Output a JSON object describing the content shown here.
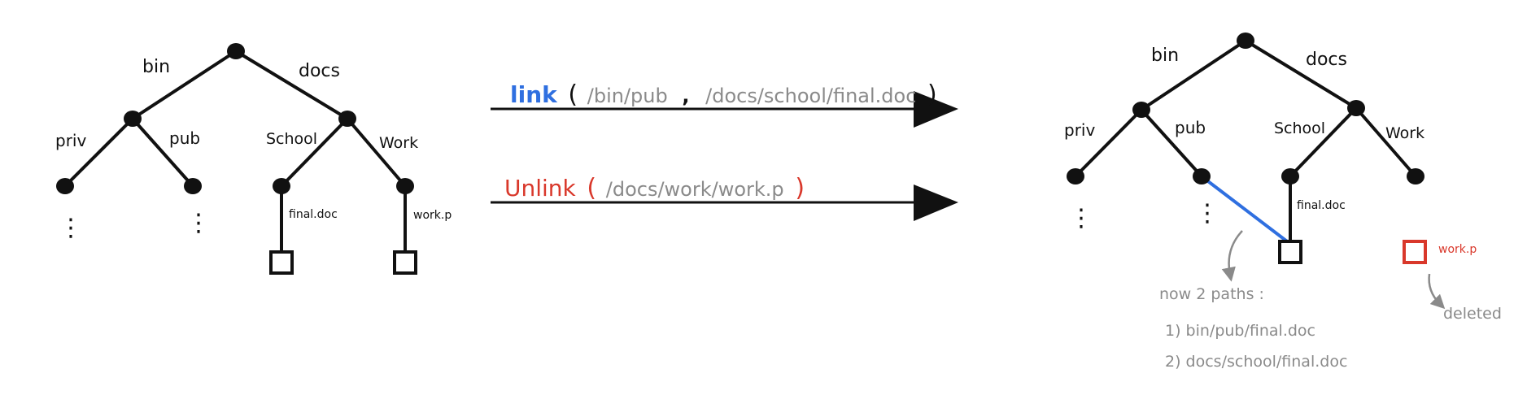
{
  "left_tree": {
    "edges": {
      "bin": "bin",
      "docs": "docs",
      "priv": "priv",
      "pub": "pub",
      "school": "School",
      "work": "Work"
    },
    "files": {
      "final_doc": "final.doc",
      "work_p": "work.p"
    },
    "ellipsis": "⋮"
  },
  "operations": {
    "link": {
      "keyword": "link",
      "open": "(",
      "arg1": "/bin/pub",
      "sep": ",",
      "arg2": "/docs/school/final.doc",
      "close": ")"
    },
    "unlink": {
      "keyword": "Unlink",
      "open": "(",
      "arg1": "/docs/work/work.p",
      "close": ")"
    }
  },
  "right_tree": {
    "edges": {
      "bin": "bin",
      "docs": "docs",
      "priv": "priv",
      "pub": "pub",
      "school": "School",
      "work": "Work"
    },
    "files": {
      "final_doc": "final.doc",
      "work_p": "work.p"
    },
    "ellipsis": "⋮",
    "notes": {
      "paths_title": "now 2 paths :",
      "path1": "1)  bin/pub/final.doc",
      "path2": "2)  docs/school/final.doc",
      "deleted": "deleted"
    }
  },
  "colors": {
    "link": "#2f6fe0",
    "unlink": "#d9382b",
    "note": "#8a8a8a",
    "ink": "#111111"
  }
}
